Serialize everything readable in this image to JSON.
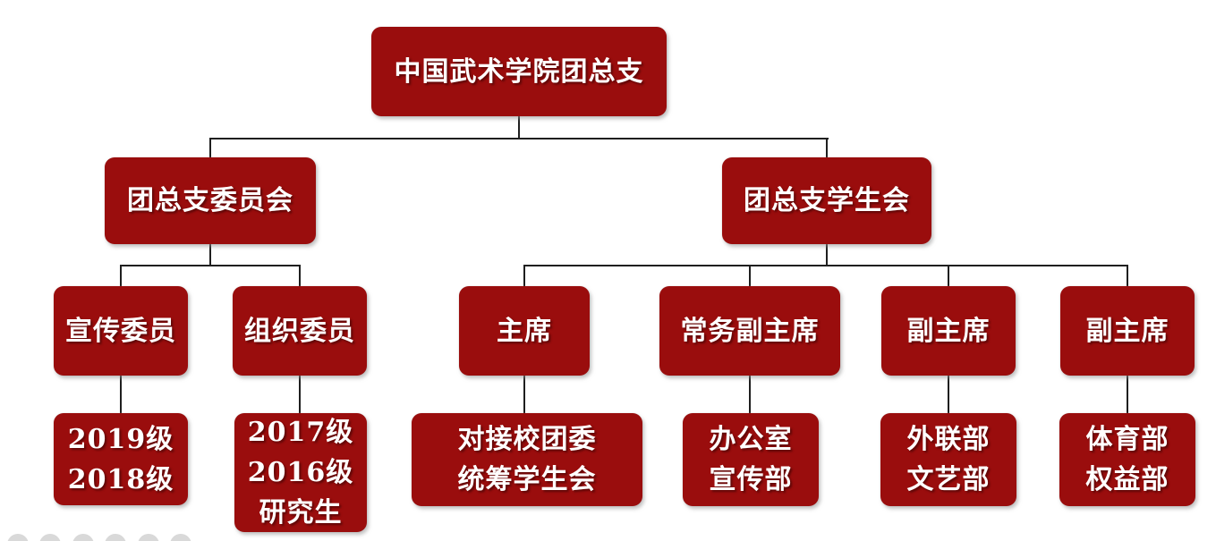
{
  "colors": {
    "background": "#FFFFFF",
    "box_fill": "#9A0D0D",
    "box_text": "#FFFFFF",
    "text_shadow": "#5E0707",
    "connector": "#1F1F1F",
    "dot": "#D9D9D9"
  },
  "org": {
    "root": {
      "label": "中国武术学院团总支"
    },
    "committee": {
      "label": "团总支委员会"
    },
    "student_union": {
      "label": "团总支学生会"
    },
    "publicity_member": {
      "label": "宣传委员"
    },
    "organization_member": {
      "label": "组织委员"
    },
    "chairman": {
      "label": "主席"
    },
    "executive_vice_chairman": {
      "label": "常务副主席"
    },
    "vice_chairman_1": {
      "label": "副主席"
    },
    "vice_chairman_2": {
      "label": "副主席"
    },
    "publicity_grades": {
      "lines": [
        "2019级",
        "2018级"
      ]
    },
    "organization_grades": {
      "lines": [
        "2017级",
        "2016级",
        "研究生"
      ]
    },
    "chairman_duties": {
      "lines": [
        "对接校团委",
        "统筹学生会"
      ]
    },
    "exec_vice_departments": {
      "lines": [
        "办公室",
        "宣传部"
      ]
    },
    "vice1_departments": {
      "lines": [
        "外联部",
        "文艺部"
      ]
    },
    "vice2_departments": {
      "lines": [
        "体育部",
        "权益部"
      ]
    }
  }
}
